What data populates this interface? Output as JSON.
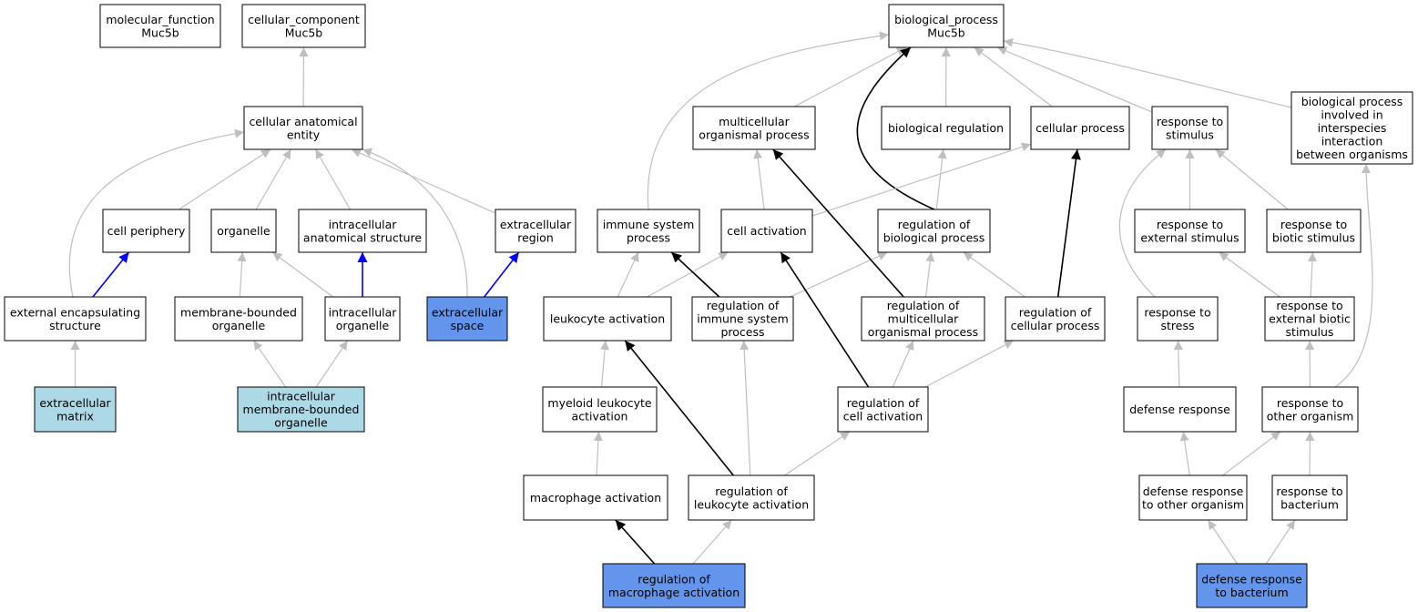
{
  "colors": {
    "default_fill": "#ffffff",
    "term_fill": "#add8e6",
    "highlight_fill": "#6495ed",
    "edge_gray": "#bfbfbf",
    "edge_black": "#000000",
    "edge_blue": "#0000ff"
  },
  "nodes": {
    "mf": {
      "lines": [
        "molecular_function",
        "Muc5b"
      ],
      "fill": "default"
    },
    "cc": {
      "lines": [
        "cellular_component",
        "Muc5b"
      ],
      "fill": "default"
    },
    "bp": {
      "lines": [
        "biological_process",
        "Muc5b"
      ],
      "fill": "default"
    },
    "cae": {
      "lines": [
        "cellular anatomical",
        "entity"
      ],
      "fill": "default"
    },
    "cp": {
      "lines": [
        "cell periphery"
      ],
      "fill": "default"
    },
    "org": {
      "lines": [
        "organelle"
      ],
      "fill": "default"
    },
    "ias": {
      "lines": [
        "intracellular",
        "anatomical structure"
      ],
      "fill": "default"
    },
    "er": {
      "lines": [
        "extracellular",
        "region"
      ],
      "fill": "default"
    },
    "ees": {
      "lines": [
        "external encapsulating",
        "structure"
      ],
      "fill": "default"
    },
    "mbo": {
      "lines": [
        "membrane-bounded",
        "organelle"
      ],
      "fill": "default"
    },
    "io": {
      "lines": [
        "intracellular",
        "organelle"
      ],
      "fill": "default"
    },
    "es": {
      "lines": [
        "extracellular",
        "space"
      ],
      "fill": "highlight"
    },
    "em": {
      "lines": [
        "extracellular",
        "matrix"
      ],
      "fill": "term"
    },
    "imbo": {
      "lines": [
        "intracellular",
        "membrane-bounded",
        "organelle"
      ],
      "fill": "term"
    },
    "mop": {
      "lines": [
        "multicellular",
        "organismal process"
      ],
      "fill": "default"
    },
    "br": {
      "lines": [
        "biological regulation"
      ],
      "fill": "default"
    },
    "cproc": {
      "lines": [
        "cellular process"
      ],
      "fill": "default"
    },
    "rts": {
      "lines": [
        "response to",
        "stimulus"
      ],
      "fill": "default"
    },
    "bpii": {
      "lines": [
        "biological process",
        "involved in",
        "interspecies",
        "interaction",
        "between organisms"
      ],
      "fill": "default"
    },
    "isp": {
      "lines": [
        "immune system",
        "process"
      ],
      "fill": "default"
    },
    "ca": {
      "lines": [
        "cell activation"
      ],
      "fill": "default"
    },
    "rbp": {
      "lines": [
        "regulation of",
        "biological process"
      ],
      "fill": "default"
    },
    "rtes": {
      "lines": [
        "response to",
        "external stimulus"
      ],
      "fill": "default"
    },
    "rtbs": {
      "lines": [
        "response to",
        "biotic stimulus"
      ],
      "fill": "default"
    },
    "la": {
      "lines": [
        "leukocyte activation"
      ],
      "fill": "default"
    },
    "risp": {
      "lines": [
        "regulation of",
        "immune system",
        "process"
      ],
      "fill": "default"
    },
    "rmop": {
      "lines": [
        "regulation of",
        "multicellular",
        "organismal process"
      ],
      "fill": "default"
    },
    "rcp": {
      "lines": [
        "regulation of",
        "cellular process"
      ],
      "fill": "default"
    },
    "rtstress": {
      "lines": [
        "response to",
        "stress"
      ],
      "fill": "default"
    },
    "rtebs": {
      "lines": [
        "response to",
        "external biotic",
        "stimulus"
      ],
      "fill": "default"
    },
    "mla": {
      "lines": [
        "myeloid leukocyte",
        "activation"
      ],
      "fill": "default"
    },
    "rca": {
      "lines": [
        "regulation of",
        "cell activation"
      ],
      "fill": "default"
    },
    "dr": {
      "lines": [
        "defense response"
      ],
      "fill": "default"
    },
    "rtoo": {
      "lines": [
        "response to",
        "other organism"
      ],
      "fill": "default"
    },
    "ma": {
      "lines": [
        "macrophage activation"
      ],
      "fill": "default"
    },
    "rla": {
      "lines": [
        "regulation of",
        "leukocyte activation"
      ],
      "fill": "default"
    },
    "drtoo": {
      "lines": [
        "defense response",
        "to other organism"
      ],
      "fill": "default"
    },
    "rtb": {
      "lines": [
        "response to",
        "bacterium"
      ],
      "fill": "default"
    },
    "rma": {
      "lines": [
        "regulation of",
        "macrophage activation"
      ],
      "fill": "highlight"
    },
    "drtb": {
      "lines": [
        "defense response",
        "to bacterium"
      ],
      "fill": "highlight"
    }
  },
  "edges": [
    {
      "from": "cae",
      "to": "cc",
      "color": "gray"
    },
    {
      "from": "cp",
      "to": "cae",
      "color": "gray"
    },
    {
      "from": "org",
      "to": "cae",
      "color": "gray"
    },
    {
      "from": "ias",
      "to": "cae",
      "color": "gray"
    },
    {
      "from": "er",
      "to": "cae",
      "color": "gray"
    },
    {
      "from": "ees",
      "to": "cae",
      "color": "gray"
    },
    {
      "from": "es",
      "to": "cae",
      "color": "gray"
    },
    {
      "from": "ees",
      "to": "cp",
      "color": "blue"
    },
    {
      "from": "mbo",
      "to": "org",
      "color": "gray"
    },
    {
      "from": "io",
      "to": "org",
      "color": "gray"
    },
    {
      "from": "io",
      "to": "ias",
      "color": "blue"
    },
    {
      "from": "es",
      "to": "er",
      "color": "blue"
    },
    {
      "from": "em",
      "to": "ees",
      "color": "gray"
    },
    {
      "from": "imbo",
      "to": "mbo",
      "color": "gray"
    },
    {
      "from": "imbo",
      "to": "io",
      "color": "gray"
    },
    {
      "from": "isp",
      "to": "bp",
      "color": "gray"
    },
    {
      "from": "mop",
      "to": "bp",
      "color": "gray"
    },
    {
      "from": "br",
      "to": "bp",
      "color": "gray"
    },
    {
      "from": "cproc",
      "to": "bp",
      "color": "gray"
    },
    {
      "from": "rts",
      "to": "bp",
      "color": "gray"
    },
    {
      "from": "bpii",
      "to": "bp",
      "color": "gray"
    },
    {
      "from": "rbp",
      "to": "bp",
      "color": "black"
    },
    {
      "from": "ca",
      "to": "mop",
      "color": "gray"
    },
    {
      "from": "ca",
      "to": "cproc",
      "color": "gray"
    },
    {
      "from": "rbp",
      "to": "br",
      "color": "gray"
    },
    {
      "from": "rtes",
      "to": "rts",
      "color": "gray"
    },
    {
      "from": "rtbs",
      "to": "rts",
      "color": "gray"
    },
    {
      "from": "rtstress",
      "to": "rts",
      "color": "gray"
    },
    {
      "from": "la",
      "to": "isp",
      "color": "gray"
    },
    {
      "from": "la",
      "to": "ca",
      "color": "gray"
    },
    {
      "from": "risp",
      "to": "isp",
      "color": "black"
    },
    {
      "from": "risp",
      "to": "rbp",
      "color": "gray"
    },
    {
      "from": "rmop",
      "to": "mop",
      "color": "black"
    },
    {
      "from": "rmop",
      "to": "rbp",
      "color": "gray"
    },
    {
      "from": "rcp",
      "to": "cproc",
      "color": "black"
    },
    {
      "from": "rcp",
      "to": "rbp",
      "color": "gray"
    },
    {
      "from": "rtebs",
      "to": "rtes",
      "color": "gray"
    },
    {
      "from": "rtebs",
      "to": "rtbs",
      "color": "gray"
    },
    {
      "from": "mla",
      "to": "la",
      "color": "gray"
    },
    {
      "from": "rca",
      "to": "ca",
      "color": "black"
    },
    {
      "from": "rca",
      "to": "rmop",
      "color": "gray"
    },
    {
      "from": "rca",
      "to": "rcp",
      "color": "gray"
    },
    {
      "from": "dr",
      "to": "rtstress",
      "color": "gray"
    },
    {
      "from": "rtoo",
      "to": "rtebs",
      "color": "gray"
    },
    {
      "from": "rtoo",
      "to": "bpii",
      "color": "gray"
    },
    {
      "from": "ma",
      "to": "mla",
      "color": "gray"
    },
    {
      "from": "rla",
      "to": "la",
      "color": "black"
    },
    {
      "from": "rla",
      "to": "risp",
      "color": "gray"
    },
    {
      "from": "rla",
      "to": "rca",
      "color": "gray"
    },
    {
      "from": "drtoo",
      "to": "dr",
      "color": "gray"
    },
    {
      "from": "drtoo",
      "to": "rtoo",
      "color": "gray"
    },
    {
      "from": "rtb",
      "to": "rtoo",
      "color": "gray"
    },
    {
      "from": "rma",
      "to": "ma",
      "color": "black"
    },
    {
      "from": "rma",
      "to": "rla",
      "color": "gray"
    },
    {
      "from": "drtb",
      "to": "drtoo",
      "color": "gray"
    },
    {
      "from": "drtb",
      "to": "rtb",
      "color": "gray"
    }
  ]
}
